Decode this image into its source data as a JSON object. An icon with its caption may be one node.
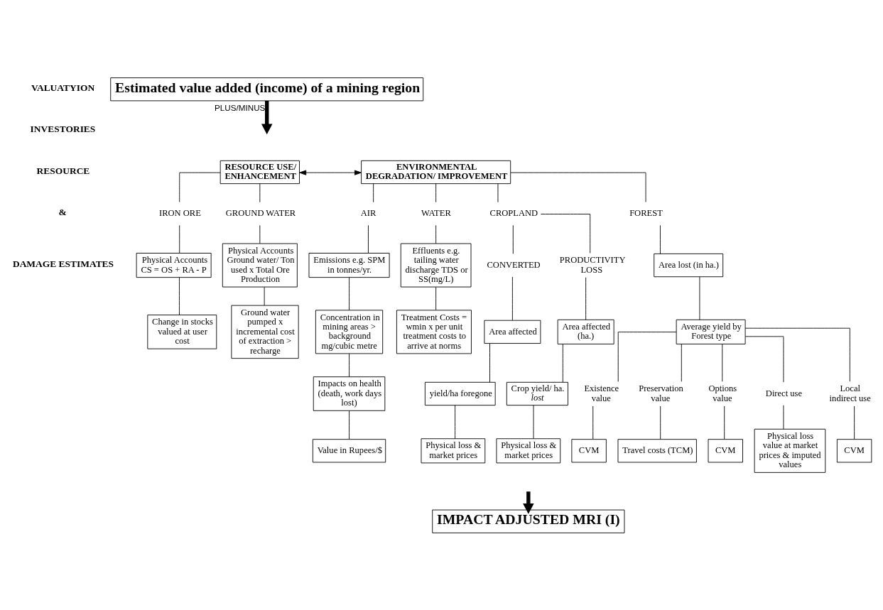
{
  "diagram": {
    "nodes": [
      {
        "text": [
          "Estimated value added (income) of a mining region"
        ]
      },
      {
        "text": [
          "RESOURCE USE/ ENHANCEMENT"
        ]
      },
      {
        "text": [
          "ENVIRONMENTAL DEGRADATION/ IMPROVEMENT"
        ]
      },
      {
        "text": [
          "IRON ORE"
        ]
      },
      {
        "text": [
          "GROUND WATER"
        ]
      },
      {
        "text": [
          "AIR"
        ]
      },
      {
        "text": [
          "WATER"
        ]
      },
      {
        "text": [
          "CROPLAND"
        ]
      },
      {
        "text": [
          "FOREST"
        ]
      },
      {
        "text": [
          "CONVERTED"
        ]
      },
      {
        "text": [
          "PRODUCTIVITY LOSS"
        ]
      },
      {
        "text": [
          "Physical Accounts CS = OS + RA - P"
        ]
      },
      {
        "text": [
          "Physical Accounts Ground water/ Ton used x Total Ore Production"
        ]
      },
      {
        "text": [
          "Emissions e.g. SPM in tonnes/yr."
        ]
      },
      {
        "text": [
          "Effluents e.g. tailing water discharge TDS or SS(mg/L)"
        ]
      },
      {
        "text": [
          "Area affected"
        ]
      },
      {
        "text": [
          "Area affected (ha.)"
        ]
      },
      {
        "text": [
          "Area lost (in ha.)"
        ]
      },
      {
        "text": [
          "Concentration in mining areas > background mg/cubic metre"
        ]
      },
      {
        "text": [
          "yield/ha foregone"
        ]
      },
      {
        "text": [
          "Crop yield/ ha. *lost*"
        ]
      },
      {
        "text": [
          "Average yield by Forest type"
        ]
      },
      {
        "text": [
          "Change in stocks valued at user cost"
        ]
      },
      {
        "text": [
          "Ground water pumped x incremental cost of extraction > recharge"
        ]
      },
      {
        "text": [
          "Impacts on health (death, work days lost)"
        ]
      },
      {
        "text": [
          "Treatment Costs = wmin x per unit treatment costs to arrive at norms"
        ]
      },
      {
        "text": [
          "Physical loss & market prices"
        ]
      },
      {
        "text": [
          "Physical loss & market prices"
        ]
      },
      {
        "text": [
          "Value in Rupees/$"
        ]
      },
      {
        "text": [
          "Existence value"
        ]
      },
      {
        "text": [
          "Preservation value"
        ]
      },
      {
        "text": [
          "Options value"
        ]
      },
      {
        "text": [
          "Direct use"
        ]
      },
      {
        "text": [
          "Local indirect use"
        ]
      },
      {
        "text": [
          "CVM"
        ]
      },
      {
        "text": [
          "Travel costs (TCM)"
        ]
      },
      {
        "text": [
          "CVM"
        ]
      },
      {
        "text": [
          "Physical loss value at market prices & imputed values"
        ]
      },
      {
        "text": [
          "CVM"
        ]
      },
      {
        "text": [
          "IMPACT ADJUSTED MRI (I)"
        ]
      }
    ],
    "edges": [
      {
        "from": 0,
        "to": null,
        "arrow": "to",
        "label": "PLUS/MINUS",
        "style": "thick"
      },
      {
        "from": 1,
        "to": 2,
        "arrow": "both"
      },
      {
        "from": 1,
        "to": 3,
        "arrow": "none"
      },
      {
        "from": 1,
        "to": 4,
        "arrow": "none"
      },
      {
        "from": 2,
        "to": 5,
        "arrow": "none"
      },
      {
        "from": 2,
        "to": 6,
        "arrow": "none"
      },
      {
        "from": 2,
        "to": 7,
        "arrow": "none"
      },
      {
        "from": 2,
        "to": 8,
        "arrow": "none"
      },
      {
        "from": 7,
        "to": 9,
        "arrow": "none"
      },
      {
        "from": 7,
        "to": 10,
        "arrow": "none"
      },
      {
        "from": 3,
        "to": 11,
        "arrow": "none"
      },
      {
        "from": 4,
        "to": 12,
        "arrow": "none"
      },
      {
        "from": 5,
        "to": 13,
        "arrow": "none"
      },
      {
        "from": 6,
        "to": 14,
        "arrow": "none"
      },
      {
        "from": 9,
        "to": 15,
        "arrow": "none"
      },
      {
        "from": 10,
        "to": 16,
        "arrow": "none"
      },
      {
        "from": 8,
        "to": 17,
        "arrow": "none"
      },
      {
        "from": 13,
        "to": 18,
        "arrow": "none"
      },
      {
        "from": 15,
        "to": 19,
        "arrow": "none"
      },
      {
        "from": 16,
        "to": 20,
        "arrow": "none"
      },
      {
        "from": 17,
        "to": 21,
        "arrow": "none"
      },
      {
        "from": 11,
        "to": 22,
        "arrow": "none"
      },
      {
        "from": 12,
        "to": 23,
        "arrow": "none"
      },
      {
        "from": 18,
        "to": 24,
        "arrow": "none"
      },
      {
        "from": 14,
        "to": 25,
        "arrow": "none"
      },
      {
        "from": 19,
        "to": 26,
        "arrow": "none"
      },
      {
        "from": 20,
        "to": 27,
        "arrow": "none"
      },
      {
        "from": 24,
        "to": 28,
        "arrow": "none"
      },
      {
        "from": 21,
        "to": 29,
        "arrow": "none"
      },
      {
        "from": 21,
        "to": 30,
        "arrow": "none"
      },
      {
        "from": 21,
        "to": 31,
        "arrow": "none"
      },
      {
        "from": 21,
        "to": 32,
        "arrow": "none"
      },
      {
        "from": 21,
        "to": 33,
        "arrow": "none"
      },
      {
        "from": 29,
        "to": 34,
        "arrow": "none"
      },
      {
        "from": 30,
        "to": 35,
        "arrow": "none"
      },
      {
        "from": 31,
        "to": 36,
        "arrow": "none"
      },
      {
        "from": 32,
        "to": 37,
        "arrow": "none"
      },
      {
        "from": 33,
        "to": 38,
        "arrow": "none"
      },
      {
        "from": null,
        "to": 39,
        "arrow": "to",
        "style": "thick"
      }
    ],
    "labels": [
      "VALUATYION",
      "INVESTORIES",
      "RESOURCE",
      "&",
      "DAMAGE ESTIMATES"
    ]
  }
}
